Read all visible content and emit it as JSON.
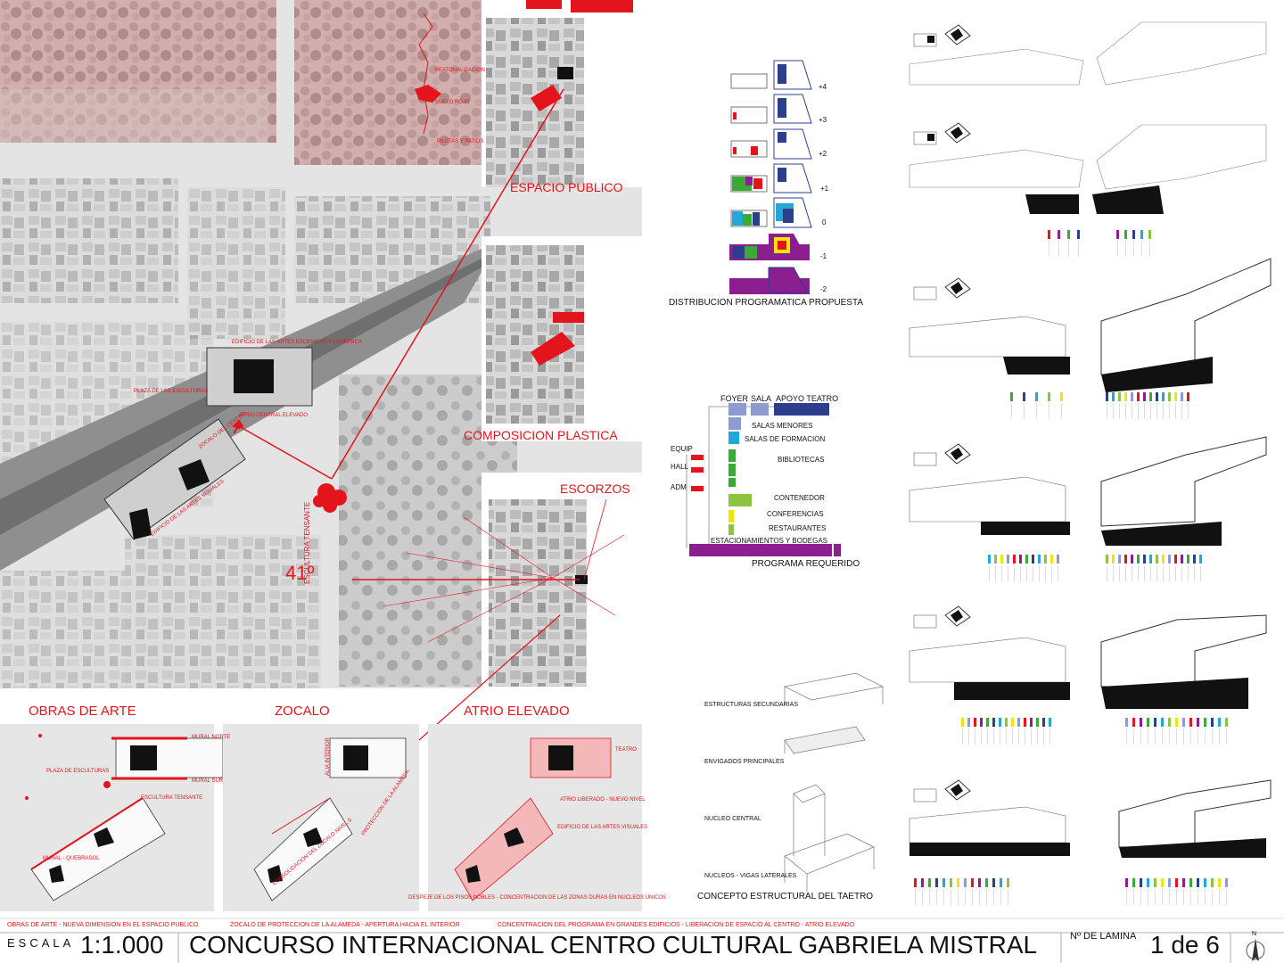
{
  "map_labels": {
    "espacio_publico": "ESPACIO PUBLICO",
    "composicion_plastica": "COMPOSICION PLASTICA",
    "escorzos": "ESCORZOS",
    "angle": "41º",
    "peatonalizacion": "PEATONALIZACION",
    "suelo_rojo": "SUELO ROJO",
    "piletas_patios": "PILETAS Y PATIOS",
    "edificio_artes_escenicas": "EDIFICIO DE LAS ARTES ESCENICAS Y LA MUSICA",
    "plaza_esculturas": "PLAZA DE LAS ESCULTURAS",
    "atrio_central": "ATRIO CENTRAL ELEVADO",
    "zocalo_centro": "ZOCALO DEL CENTRO",
    "edificio_artes_visuales": "EDIFICIO DE LAS ARTES VISUALES",
    "escultura_tensante": "ESCULTURA TENSANTE"
  },
  "panels": {
    "obras_title": "OBRAS DE ARTE",
    "zocalo_title": "ZOCALO",
    "atrio_title": "ATRIO ELEVADO",
    "mural_norte": "MURAL NORTE",
    "mural_sur": "MURAL SUR",
    "plaza_esculturas": "PLAZA DE ESCULTURAS",
    "escultura_tensante": "ESCULTURA TENSANTE",
    "mural_quebrasol": "MURAL - QUEBRASOL",
    "alia_interior": "ALIA INTERIOR",
    "proteccion_alameda": "PROTECCION DE LA ALAMEDA",
    "consolidacion_zocalo": "CONSOLIDACION DEL ZOCALO NIVEL 0",
    "teatro": "TEATRO",
    "atrio_liberado": "ATRIO LIBERADO - NUEVO NIVEL",
    "edificio_artes_visuales": "EDIFICIO DE LAS ARTES VISUALES",
    "despeje_note": "DESPEJE DE LOS PISOS NOBLES  -  CONCENTRACION DE LAS ZONAS DURAS EN NUCLEOS UNICOS"
  },
  "distribucion": {
    "title": "DISTRIBUCION PROGRAMATICA PROPUESTA",
    "levels": [
      "+4",
      "+3",
      "+2",
      "+1",
      "0",
      "-1",
      "-2"
    ]
  },
  "programa": {
    "title": "PROGRAMA REQUERIDO",
    "headers": {
      "foyer": "FOYER",
      "sala": "SALA",
      "apoyo": "APOYO TEATRO"
    },
    "side": {
      "equip": "EQUIP",
      "hall": "HALL",
      "adm": "ADM"
    },
    "rows": [
      "SALAS MENORES",
      "SALAS DE FORMACION",
      "BIBLIOTECAS",
      "CONTENEDOR",
      "CONFERENCIAS",
      "RESTAURANTES",
      "ESTACIONAMIENTOS Y BODEGAS"
    ]
  },
  "estructura": {
    "title": "CONCEPTO ESTRUCTURAL DEL TAETRO",
    "items": [
      "ESTRUCTURAS SECUNDARIAS",
      "ENVIGADOS PRINCIPALES",
      "NUCLEO CENTRAL",
      "NUCLEOS - VIGAS LATERALES"
    ]
  },
  "captions": {
    "c1": "OBRAS DE ARTE - NUEVA DIMENSION EN EL ESPACIO PUBLICO",
    "c2": "ZOCALO DE PROTECCION DE LA ALAMEDA - APERTURA HACIA EL INTERIOR",
    "c3": "CONCENTRACION DEL PROGRAMA EN GRANDES EDIFICIOS - LIBERACION DE ESPACIO AL CENTRO - ATRIO ELEVADO"
  },
  "footer": {
    "escala_label": "ESCALA",
    "scale": "1:1.000",
    "title": "CONCURSO INTERNACIONAL  CENTRO CULTURAL GABRIELA MISTRAL",
    "lamina_label": "Nº DE LAMINA",
    "lamina": "1 de 6",
    "north": "N"
  },
  "colors": {
    "accent_red": "#e3141b",
    "program_purple": "#8b1f8f",
    "program_green": "#3aa935",
    "program_blue": "#2c3f8c",
    "program_cyan": "#22a8d6",
    "program_lightgreen": "#8dc43f",
    "program_yellow": "#f2e500",
    "program_lavender": "#8e9bd0"
  }
}
